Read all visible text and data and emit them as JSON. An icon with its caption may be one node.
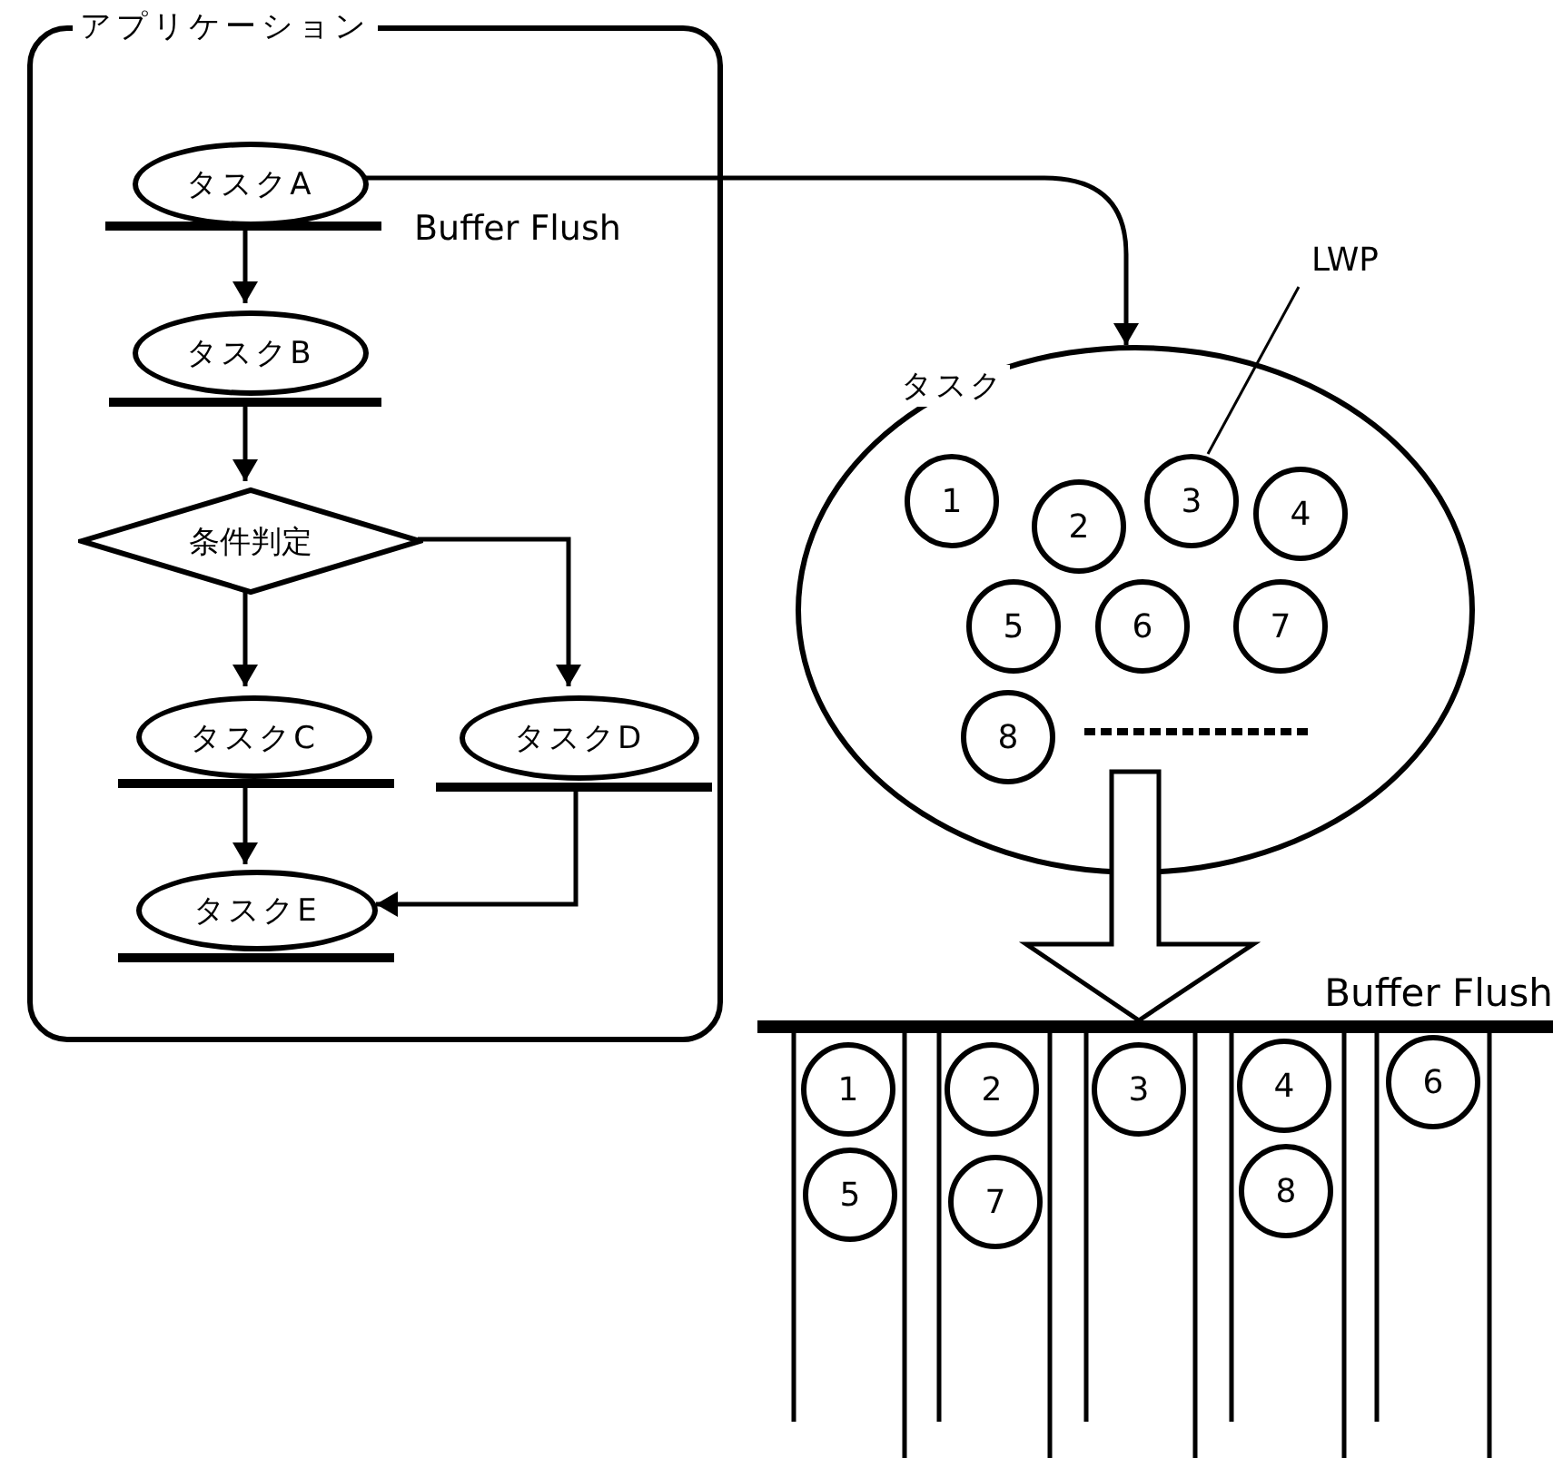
{
  "diagram": {
    "nodes": [
      {
        "text": [
          "アプリケーション"
        ]
      },
      {
        "text": [
          "タスクA"
        ],
        "in": 0,
        "beside": [
          "Buffer Flush"
        ]
      },
      {
        "text": [
          "タスクB"
        ],
        "in": 0
      },
      {
        "text": [
          "条件判定"
        ],
        "in": 0
      },
      {
        "text": [
          "タスクC"
        ],
        "in": 0
      },
      {
        "text": [
          "タスクD"
        ],
        "in": 0
      },
      {
        "text": [
          "タスクE"
        ],
        "in": 0
      },
      {
        "text": [
          "タスク"
        ]
      },
      {
        "text": [
          "1"
        ],
        "in": 7
      },
      {
        "text": [
          "2"
        ],
        "in": 7
      },
      {
        "text": [
          "3"
        ],
        "in": 7
      },
      {
        "text": [
          "4"
        ],
        "in": 7
      },
      {
        "text": [
          "5"
        ],
        "in": 7
      },
      {
        "text": [
          "6"
        ],
        "in": 7
      },
      {
        "text": [
          "7"
        ],
        "in": 7
      },
      {
        "text": [
          "8"
        ],
        "in": 7
      },
      {
        "text": [
          "LWP"
        ]
      },
      {
        "text": [
          "1"
        ]
      },
      {
        "text": [
          "2"
        ]
      },
      {
        "text": [
          "3"
        ]
      },
      {
        "text": [
          "4"
        ]
      },
      {
        "text": [
          "6"
        ]
      },
      {
        "text": [
          "5"
        ]
      },
      {
        "text": [
          "7"
        ]
      },
      {
        "text": [
          "8"
        ]
      },
      {
        "text": [
          "Buffer Flush"
        ]
      }
    ],
    "edges": [
      {
        "from": 1,
        "to": 2,
        "arrow": "to"
      },
      {
        "from": 2,
        "to": 3,
        "arrow": "to"
      },
      {
        "from": 3,
        "to": 4,
        "arrow": "to"
      },
      {
        "from": 3,
        "to": 5,
        "arrow": "to"
      },
      {
        "from": 4,
        "to": 6,
        "arrow": "to"
      },
      {
        "from": 5,
        "to": 6,
        "arrow": "to"
      },
      {
        "from": 1,
        "to": 7,
        "arrow": "to"
      },
      {
        "from": 16,
        "to": 10,
        "arrow": "none"
      },
      {
        "from": 7,
        "to": 25,
        "arrow": "to",
        "style": "thick"
      }
    ]
  }
}
